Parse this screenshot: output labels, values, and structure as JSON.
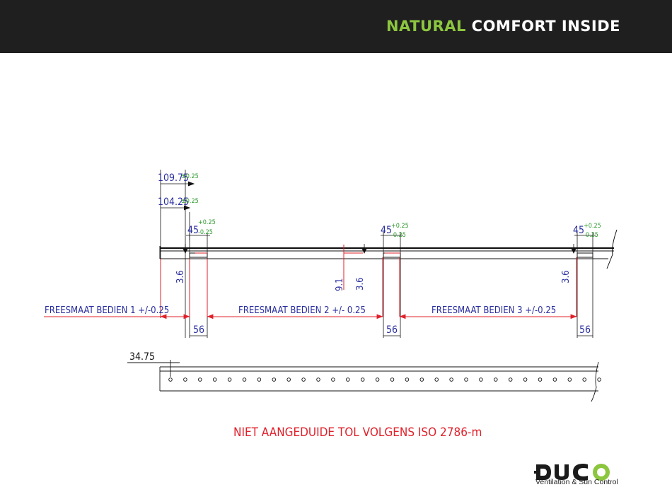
{
  "header": {
    "tagline_accent": "NATURAL",
    "tagline_main": "COMFORT INSIDE"
  },
  "drawing": {
    "dims": {
      "d109": "109.75",
      "d109_tol": "±0.25",
      "d104": "104.25",
      "d104_tol": "±0.25",
      "d45": "45",
      "tol_plus": "+0.25",
      "tol_minus": "-0.25",
      "d36": "3.6",
      "d91": "9.1",
      "d56": "56",
      "d3475": "34.75"
    },
    "labels": {
      "freesmaat1": "FREESMAAT BEDIEN 1 +/-0.25",
      "freesmaat2": "FREESMAAT BEDIEN 2 +/- 0.25",
      "freesmaat3": "FREESMAAT BEDIEN 3 +/-0.25"
    },
    "note": "NIET AANGEDUIDE TOL VOLGENS ISO 2786-m"
  },
  "logo": {
    "wordmark": "DUCO",
    "subtitle": "Ventilation & Sun Control"
  },
  "colors": {
    "header_bg": "#1f1f1f",
    "accent_green": "#8cc63f",
    "dimension_blue": "#2a2fa0",
    "tolerance_green": "#2f9a2f",
    "annotation_red": "#e0202a",
    "drawing_black": "#111111"
  }
}
